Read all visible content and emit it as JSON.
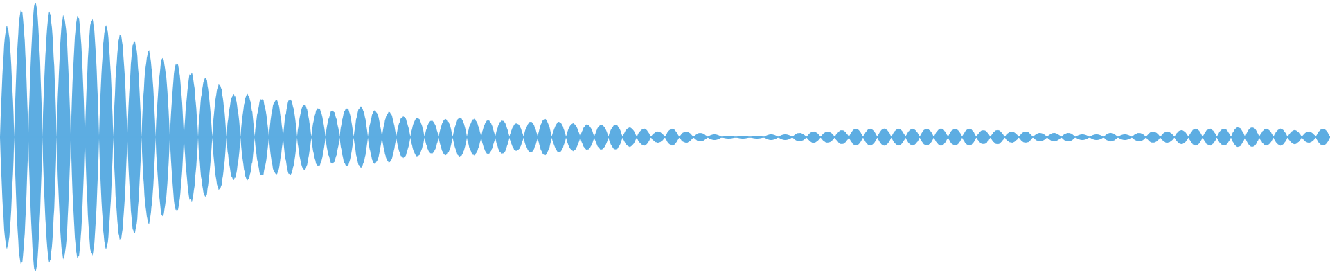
{
  "waveform": {
    "color": "#5dade2",
    "background": "#ffffff",
    "lobe_peaks": [
      0.8,
      0.92,
      0.97,
      0.9,
      0.88,
      0.88,
      0.85,
      0.8,
      0.74,
      0.7,
      0.62,
      0.57,
      0.54,
      0.46,
      0.43,
      0.38,
      0.31,
      0.31,
      0.28,
      0.27,
      0.27,
      0.24,
      0.21,
      0.19,
      0.21,
      0.22,
      0.19,
      0.18,
      0.15,
      0.14,
      0.12,
      0.13,
      0.14,
      0.13,
      0.12,
      0.12,
      0.1,
      0.11,
      0.13,
      0.11,
      0.1,
      0.09,
      0.09,
      0.09,
      0.07,
      0.06,
      0.04,
      0.06,
      0.04,
      0.03,
      0.02,
      0.01,
      0.01,
      0.01,
      0.02,
      0.02,
      0.03,
      0.04,
      0.04,
      0.05,
      0.06,
      0.06,
      0.06,
      0.06,
      0.06,
      0.06,
      0.06,
      0.06,
      0.06,
      0.05,
      0.05,
      0.04,
      0.04,
      0.03,
      0.03,
      0.03,
      0.02,
      0.02,
      0.03,
      0.02,
      0.03,
      0.04,
      0.04,
      0.05,
      0.06,
      0.06,
      0.06,
      0.07,
      0.07,
      0.06,
      0.06,
      0.05,
      0.04,
      0.06
    ]
  }
}
